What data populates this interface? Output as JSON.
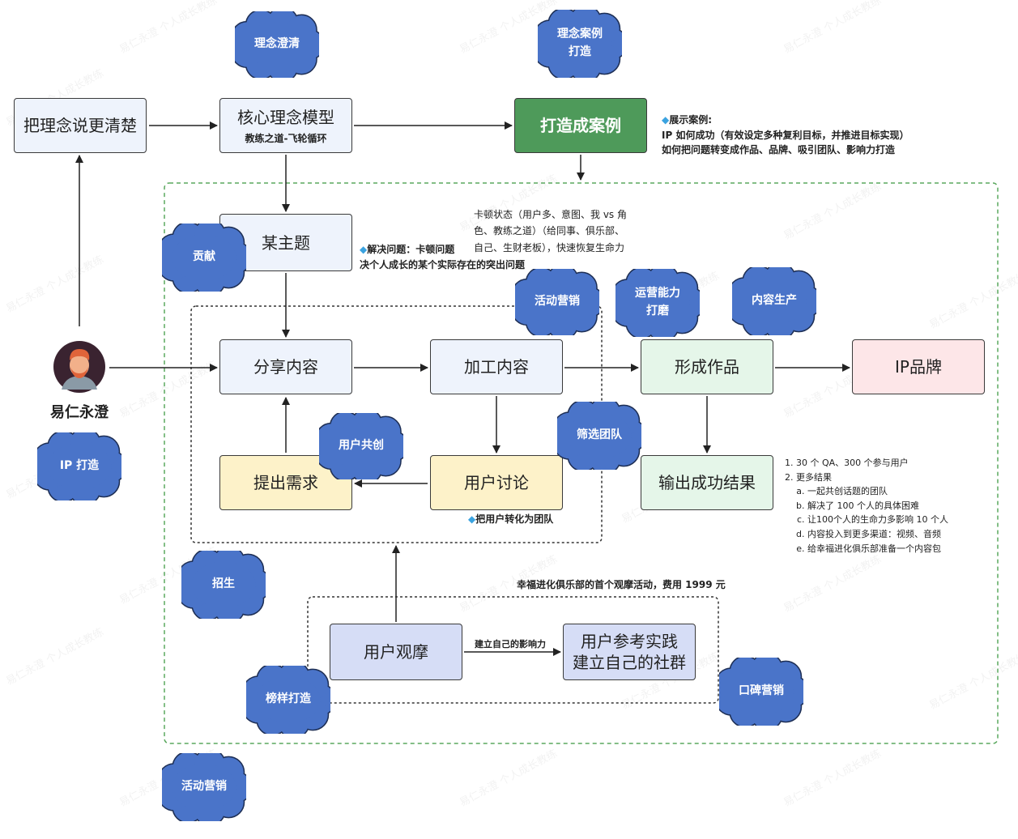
{
  "watermark": "易仁永澄 个人成长教练",
  "nodes": {
    "clarify": "把理念说更清楚",
    "core_model": "核心理念模型",
    "core_model_sub": "教练之道-飞轮循环",
    "build_case": "打造成案例",
    "topic": "某主题",
    "share": "分享内容",
    "process": "加工内容",
    "works": "形成作品",
    "ip_brand": "IP品牌",
    "raise_needs": "提出需求",
    "user_discuss": "用户讨论",
    "output_results": "输出成功结果",
    "user_observe": "用户观摩",
    "user_practice_1": "用户参考实践",
    "user_practice_2": "建立自己的社群"
  },
  "person": {
    "name": "易仁永澄",
    "avatar_icon": "avatar-icon"
  },
  "clouds": {
    "idea_clarify": "理念澄清",
    "idea_case": "理念案例\n打造",
    "contribute": "贡献",
    "ip_build": "IP 打造",
    "activity_marketing_1": "活动营销",
    "ops_ability": "运营能力\n打磨",
    "content_production": "内容生产",
    "user_cocreate": "用户共创",
    "screen_team": "筛选团队",
    "enroll": "招生",
    "role_model": "榜样打造",
    "word_of_mouth": "口碑营销",
    "activity_marketing_2": "活动营销"
  },
  "notes": {
    "showcase_title": "展示案例:",
    "showcase_line1": "IP 如何成功（有效设定多种复利目标，并推进目标实现）",
    "showcase_line2": "如何把问题转变成作品、品牌、吸引团队、影响力打造",
    "stuck_state": "卡顿状态（用户多、意图、我 vs 角色、教练之道）（给同事、俱乐部、自己、生财老板），快速恢复生命力",
    "solve_title": "解决问题：卡顿问题",
    "solve_detail": "决个人成长的某个实际存在的突出问题",
    "convert_team": "把用户转化为团队",
    "club_event": "幸福进化俱乐部的首个观摩活动，费用 1999 元",
    "build_influence": "建立自己的影响力"
  },
  "results_list": {
    "item1": "30 个 QA、300 个参与用户",
    "item2": "更多结果",
    "sub_a": "一起共创话题的团队",
    "sub_b": "解决了 100 个人的具体困难",
    "sub_c": "让100个人的生命力多影响 10 个人",
    "sub_d": "内容投入到更多渠道：视频、音频",
    "sub_e": "给幸福进化俱乐部准备一个内容包"
  },
  "colors": {
    "cloud": "#4a74c9",
    "node_blue": "#eef3fc",
    "node_green_dark": "#4e9a5a",
    "node_green_light": "#e5f6e9",
    "node_yellow": "#fdf2c9",
    "node_pink": "#fde6e8",
    "node_purple": "#d6ddf6",
    "dashed_green": "#5aa85e"
  }
}
